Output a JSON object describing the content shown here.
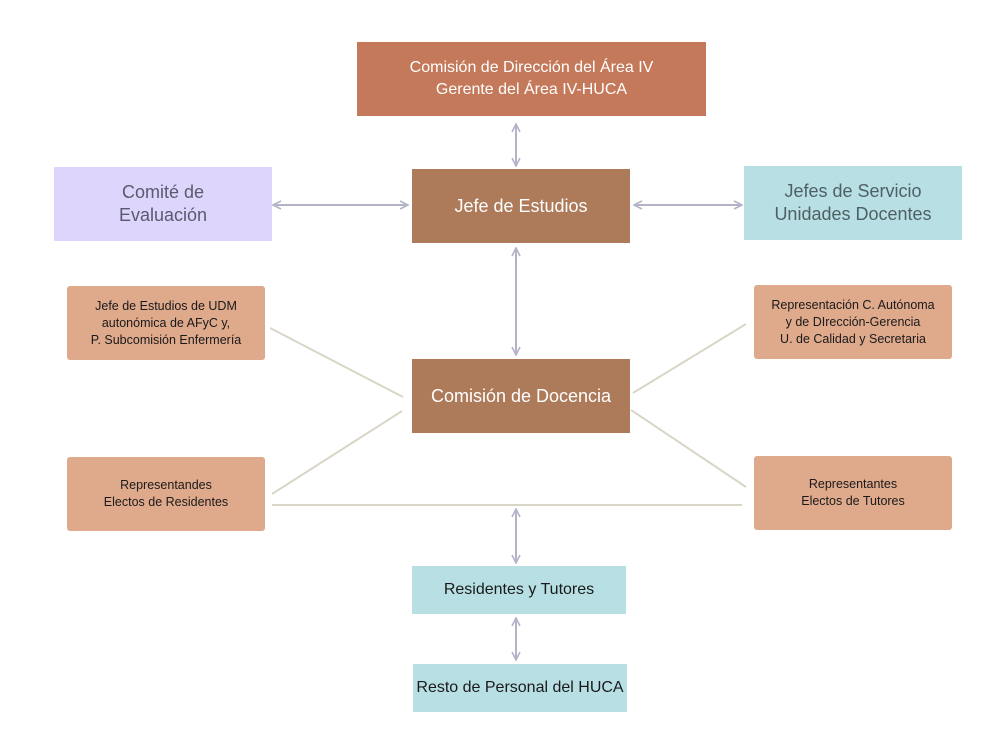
{
  "colors": {
    "top": "#c4795a",
    "jefe": "#ad7a5a",
    "comision": "#ad7a5a",
    "comite": "#ddd5fc",
    "jefes_servicio": "#b8e0e4",
    "members": "#dfa98c",
    "residentes": "#b8e0e4",
    "resto": "#b8e0e4",
    "arrow": "#b3b3c8",
    "line": "#d9d6c8"
  },
  "nodes": {
    "comision_direccion": {
      "line1": "Comisión de Dirección del Área IV",
      "line2": "Gerente del Área IV-HUCA"
    },
    "jefe_estudios": {
      "label": "Jefe de Estudios"
    },
    "comite_evaluacion": {
      "line1": "Comité de",
      "line2": "Evaluación"
    },
    "jefes_servicio": {
      "line1": "Jefes de Servicio",
      "line2": "Unidades Docentes"
    },
    "comision_docencia": {
      "label": "Comisión de Docencia"
    },
    "jefe_udm": {
      "line1": "Jefe de Estudios de UDM",
      "line2": "autonómica de AFyC y,",
      "line3": "P. Subcomisión Enfermería"
    },
    "representacion_ca": {
      "line1": "Representación C. Autónoma",
      "line2": "y de DIrección-Gerencia",
      "line3": "U. de Calidad y Secretaria"
    },
    "representantes_residentes": {
      "line1": "Representandes",
      "line2": "Electos de Residentes"
    },
    "representantes_tutores": {
      "line1": "Representantes",
      "line2": "Electos de Tutores"
    },
    "residentes_tutores": {
      "label": "Residentes y Tutores"
    },
    "resto_personal": {
      "label": "Resto de Personal del HUCA"
    }
  }
}
